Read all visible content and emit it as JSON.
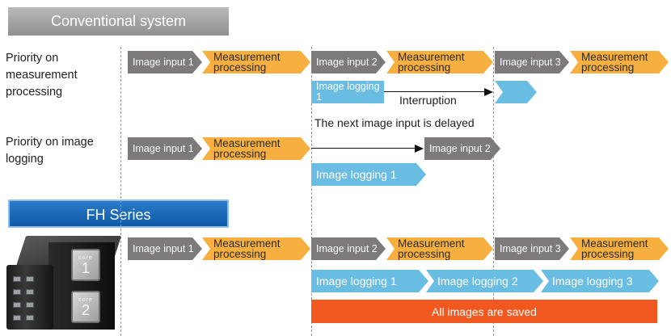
{
  "headers": {
    "conventional": "Conventional system",
    "fh_series": "FH Series"
  },
  "row_labels": {
    "priority_measurement": "Priority on measurement processing",
    "priority_logging": "Priority on image logging"
  },
  "blocks": {
    "image_input_1": "Image input 1",
    "image_input_2": "Image input 2",
    "image_input_3": "Image input 3",
    "measurement_processing": "Measurement processing",
    "image_logging_1": "Image logging 1",
    "image_logging_2": "Image logging 2",
    "image_logging_3": "Image logging 3"
  },
  "notes": {
    "interruption": "Interruption",
    "delayed": "The next image input is delayed",
    "all_saved": "All images are saved"
  },
  "device": {
    "core_label": "core",
    "core_1": "1",
    "core_2": "2"
  },
  "colors": {
    "image_input": "#7c7a7b",
    "measurement": "#f7b040",
    "logging": "#69bce2",
    "all_saved_bar": "#f1581f",
    "fh_header": "#0d5aa8",
    "conventional_header": "#9a9a9a"
  }
}
